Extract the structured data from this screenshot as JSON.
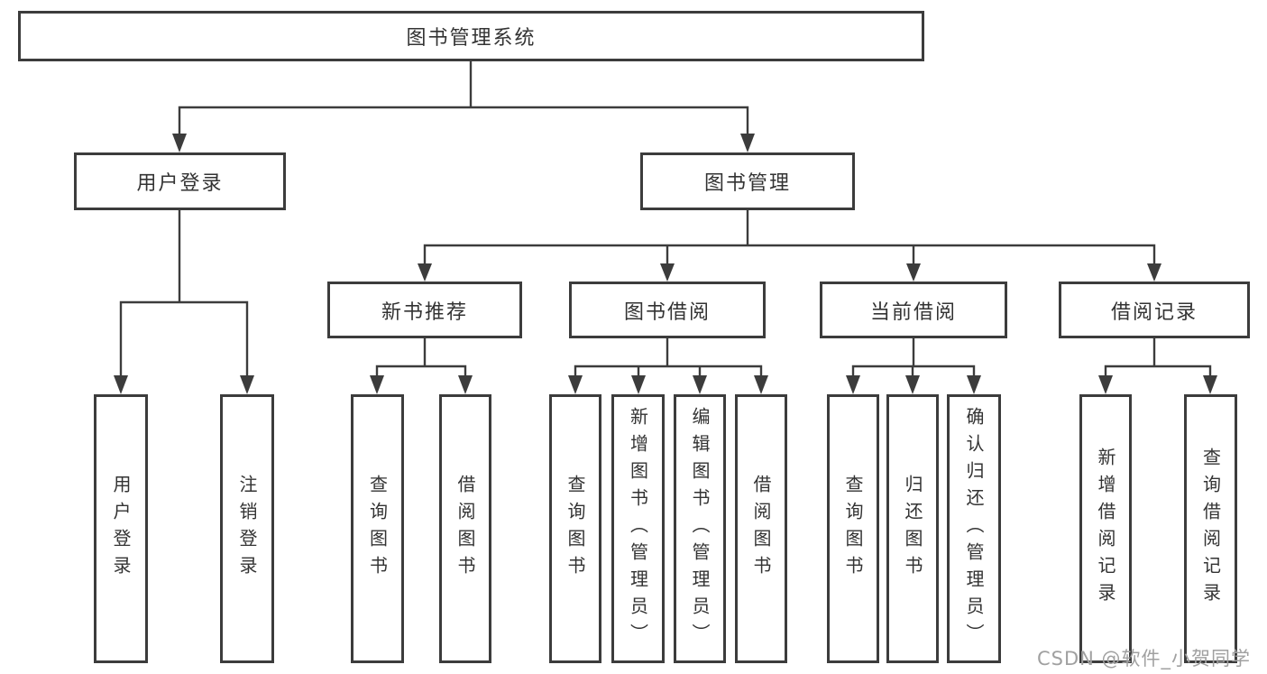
{
  "tree": {
    "label": "图书管理系统",
    "children": [
      {
        "label": "用户登录",
        "children": [
          {
            "label": "用户登录"
          },
          {
            "label": "注销登录"
          }
        ]
      },
      {
        "label": "图书管理",
        "children": [
          {
            "label": "新书推荐",
            "children": [
              {
                "label": "查询图书"
              },
              {
                "label": "借阅图书"
              }
            ]
          },
          {
            "label": "图书借阅",
            "children": [
              {
                "label": "查询图书"
              },
              {
                "label": "新增图书（管理员）"
              },
              {
                "label": "编辑图书（管理员）"
              },
              {
                "label": "借阅图书"
              }
            ]
          },
          {
            "label": "当前借阅",
            "children": [
              {
                "label": "查询图书"
              },
              {
                "label": "归还图书"
              },
              {
                "label": "确认归还（管理员）"
              }
            ]
          },
          {
            "label": "借阅记录",
            "children": [
              {
                "label": "新增借阅记录"
              },
              {
                "label": "查询借阅记录"
              }
            ]
          }
        ]
      }
    ]
  },
  "watermark": "CSDN @软件_小贺同学",
  "colors": {
    "line": "#3c3c3c",
    "box_border": "#3c3c3c",
    "text": "#333333",
    "background": "#ffffff",
    "watermark": "#a0a0a0"
  }
}
